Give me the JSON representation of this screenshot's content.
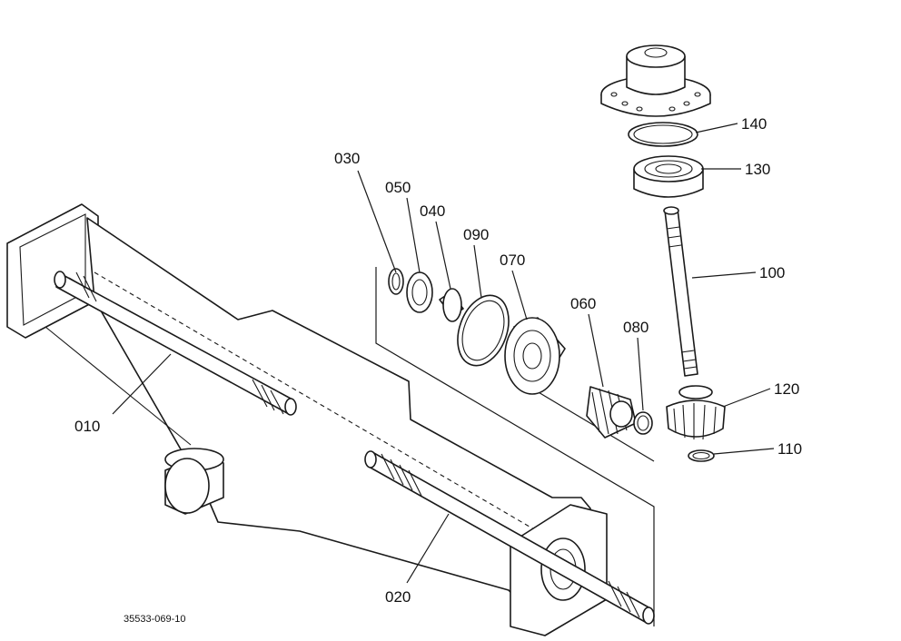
{
  "diagram": {
    "reference_code": "35533-069-10",
    "callouts": {
      "p010": "010",
      "p020": "020",
      "p030": "030",
      "p040": "040",
      "p050": "050",
      "p060": "060",
      "p070": "070",
      "p080": "080",
      "p090": "090",
      "p100": "100",
      "p110": "110",
      "p120": "120",
      "p130": "130",
      "p140": "140"
    }
  }
}
